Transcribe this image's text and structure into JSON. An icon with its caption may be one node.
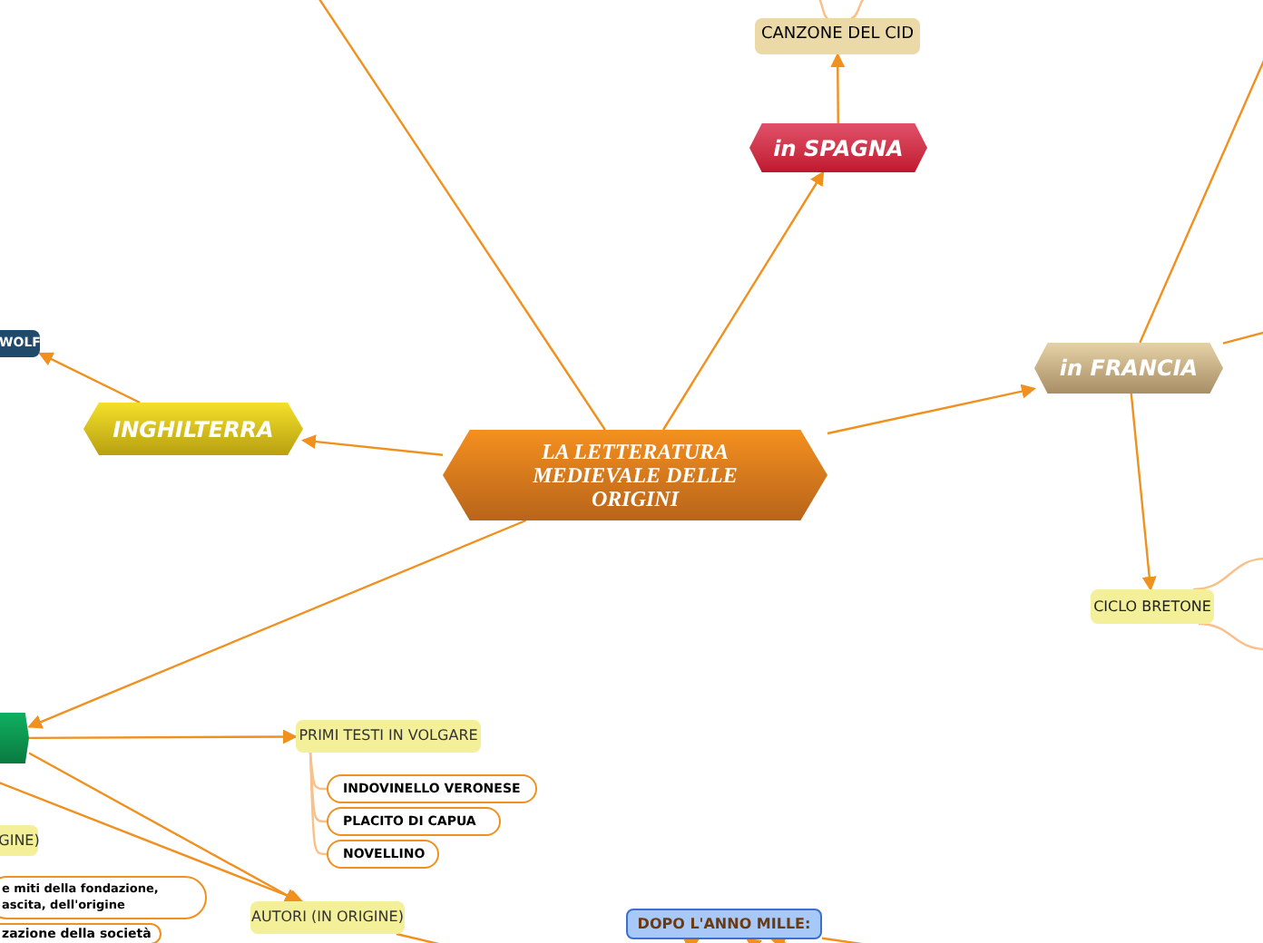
{
  "diagram": {
    "nodes": [
      {
        "text": [
          "LA LETTERATURA MEDIEVALE DELLE ORIGINI"
        ]
      },
      {
        "text": [
          "in SPAGNA"
        ]
      },
      {
        "text": [
          "CANZONE DEL CID"
        ]
      },
      {
        "text": [
          "in FRANCIA"
        ]
      },
      {
        "text": [
          "CICLO BRETONE"
        ]
      },
      {
        "text": [
          "INGHILTERRA"
        ]
      },
      {
        "text": [
          "WOLF"
        ]
      },
      {
        "text": [],
        "shape": "hexagon"
      },
      {
        "text": [
          "PRIMI TESTI IN VOLGARE"
        ]
      },
      {
        "text": [
          "INDOVINELLO VERONESE"
        ]
      },
      {
        "text": [
          "PLACITO DI CAPUA"
        ]
      },
      {
        "text": [
          "NOVELLINO"
        ]
      },
      {
        "text": [
          "GINE)"
        ]
      },
      {
        "text": [
          "e miti della fondazione, ascita, dell'origine"
        ]
      },
      {
        "text": [
          "zazione della società"
        ]
      },
      {
        "text": [
          "AUTORI (IN ORIGINE)"
        ]
      },
      {
        "text": [
          "DOPO L'ANNO MILLE:"
        ]
      }
    ],
    "edges": [
      {
        "from": 0,
        "to": 1,
        "arrow": "to"
      },
      {
        "from": 1,
        "to": 2,
        "arrow": "to"
      },
      {
        "from": 0,
        "to": 3,
        "arrow": "to"
      },
      {
        "from": 0,
        "to": 5,
        "arrow": "to"
      },
      {
        "from": 5,
        "to": 6,
        "arrow": "to"
      },
      {
        "from": 0,
        "to": 7,
        "arrow": "to"
      },
      {
        "from": 7,
        "to": 8,
        "arrow": "to"
      },
      {
        "from": 8,
        "to": 9,
        "arrow": "none",
        "color": "#f9c08a"
      },
      {
        "from": 8,
        "to": 10,
        "arrow": "none",
        "color": "#f9c08a"
      },
      {
        "from": 8,
        "to": 11,
        "arrow": "none",
        "color": "#f9c08a"
      },
      {
        "from": 7,
        "to": 15,
        "arrow": "to"
      },
      {
        "from": 7,
        "to": 15,
        "arrow": "to"
      },
      {
        "from": 3,
        "to": 4,
        "arrow": "to"
      },
      {
        "from": 0,
        "to": null,
        "arrow": "none"
      },
      {
        "from": 3,
        "to": null,
        "arrow": "none"
      },
      {
        "from": 3,
        "to": null,
        "arrow": "none"
      },
      {
        "from": 4,
        "to": null,
        "arrow": "none",
        "color": "#f9c08a"
      },
      {
        "from": 4,
        "to": null,
        "arrow": "none",
        "color": "#f9c08a"
      },
      {
        "from": 2,
        "to": null,
        "arrow": "none",
        "color": "#f9c08a"
      },
      {
        "from": 2,
        "to": null,
        "arrow": "none",
        "color": "#f9c08a"
      },
      {
        "from": 15,
        "to": null,
        "arrow": "none"
      },
      {
        "from": 16,
        "to": null,
        "arrow": "none"
      },
      {
        "from": null,
        "to": 16,
        "arrow": "to"
      },
      {
        "from": null,
        "to": 16,
        "arrow": "to"
      },
      {
        "from": null,
        "to": 16,
        "arrow": "to"
      }
    ]
  }
}
